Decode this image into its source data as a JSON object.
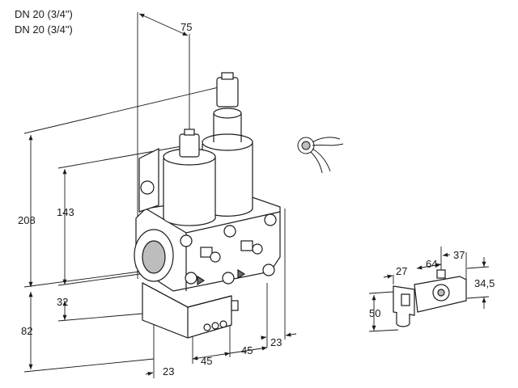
{
  "header": {
    "line_1": "DN 20 (3/4\")",
    "line_2": "DN 20 (3/4\")"
  },
  "dimensions": {
    "d75": "75",
    "d208": "208",
    "d143": "143",
    "d32": "32",
    "d82": "82",
    "d23_bottom": "23",
    "d45_left": "45",
    "d45_right": "45",
    "d23_right": "23",
    "d27": "27",
    "d64": "64",
    "d37": "37",
    "d34_5": "34,5",
    "d50": "50"
  },
  "colors": {
    "line": "#1a1a1a",
    "body_fill": "#ffffff",
    "shade": "#bdbdbd",
    "dark": "#6d6d6d"
  },
  "icons": {
    "valve": "double-solenoid-valve-drawing",
    "connector": "cable-plug-drawing",
    "switch": "pressure-switch-drawing"
  }
}
